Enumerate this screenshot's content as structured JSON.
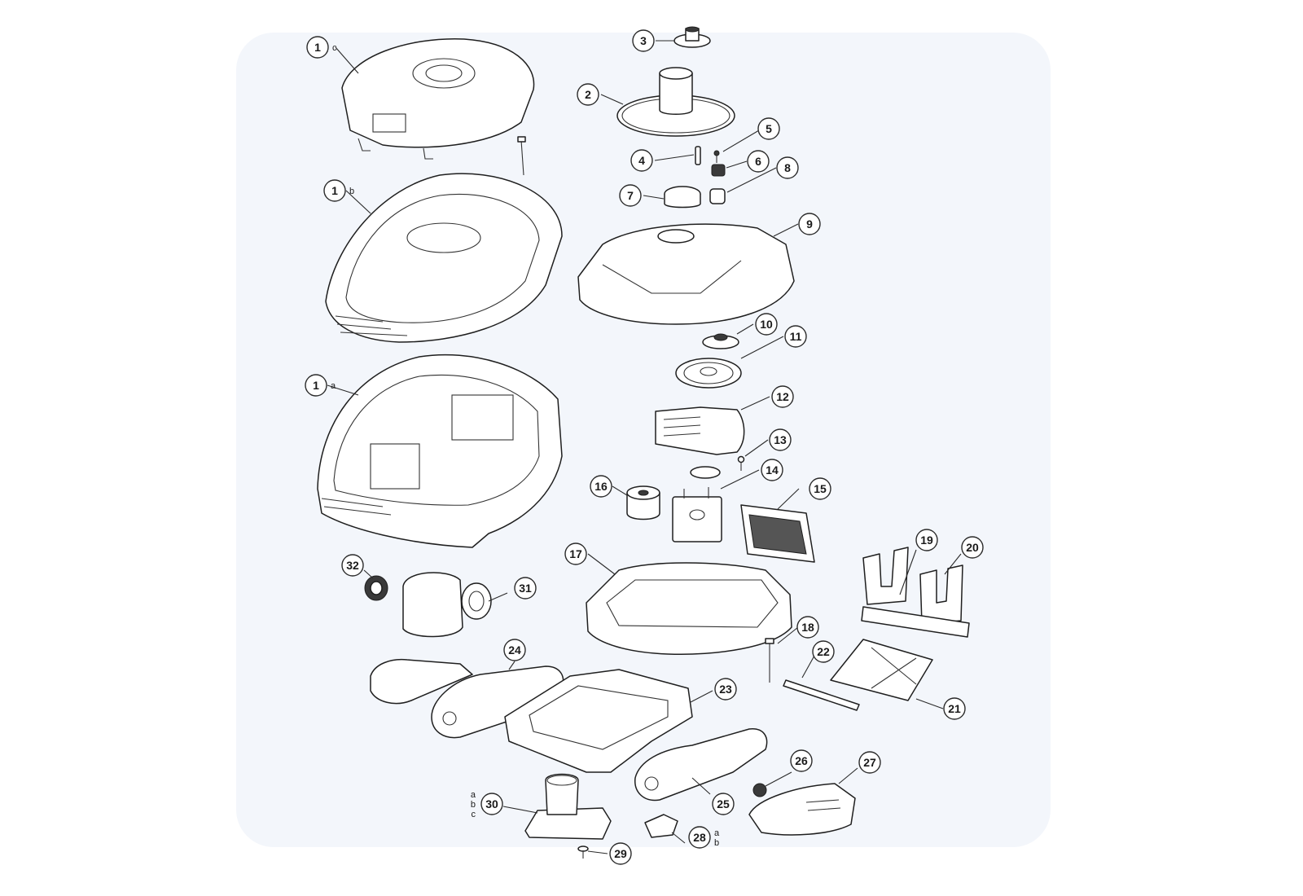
{
  "diagram": {
    "parts": [
      {
        "id": "p1c",
        "label": "1",
        "sub": "c"
      },
      {
        "id": "p1b",
        "label": "1",
        "sub": "b"
      },
      {
        "id": "p1a",
        "label": "1",
        "sub": "a"
      },
      {
        "id": "p2",
        "label": "2",
        "sub": ""
      },
      {
        "id": "p3",
        "label": "3",
        "sub": ""
      },
      {
        "id": "p4",
        "label": "4",
        "sub": ""
      },
      {
        "id": "p5",
        "label": "5",
        "sub": ""
      },
      {
        "id": "p6",
        "label": "6",
        "sub": ""
      },
      {
        "id": "p7",
        "label": "7",
        "sub": ""
      },
      {
        "id": "p8",
        "label": "8",
        "sub": ""
      },
      {
        "id": "p9",
        "label": "9",
        "sub": ""
      },
      {
        "id": "p10",
        "label": "10",
        "sub": ""
      },
      {
        "id": "p11",
        "label": "11",
        "sub": ""
      },
      {
        "id": "p12",
        "label": "12",
        "sub": ""
      },
      {
        "id": "p13",
        "label": "13",
        "sub": ""
      },
      {
        "id": "p14",
        "label": "14",
        "sub": ""
      },
      {
        "id": "p15",
        "label": "15",
        "sub": ""
      },
      {
        "id": "p16",
        "label": "16",
        "sub": ""
      },
      {
        "id": "p17",
        "label": "17",
        "sub": ""
      },
      {
        "id": "p18",
        "label": "18",
        "sub": ""
      },
      {
        "id": "p19",
        "label": "19",
        "sub": ""
      },
      {
        "id": "p20",
        "label": "20",
        "sub": ""
      },
      {
        "id": "p21",
        "label": "21",
        "sub": ""
      },
      {
        "id": "p22",
        "label": "22",
        "sub": ""
      },
      {
        "id": "p23",
        "label": "23",
        "sub": ""
      },
      {
        "id": "p24",
        "label": "24",
        "sub": ""
      },
      {
        "id": "p25",
        "label": "25",
        "sub": ""
      },
      {
        "id": "p26",
        "label": "26",
        "sub": ""
      },
      {
        "id": "p27",
        "label": "27",
        "sub": ""
      },
      {
        "id": "p28",
        "label": "28",
        "sub": "a\nb"
      },
      {
        "id": "p29",
        "label": "29",
        "sub": ""
      },
      {
        "id": "p30",
        "label": "30",
        "sub": "a\nb\nc"
      },
      {
        "id": "p31",
        "label": "31",
        "sub": ""
      },
      {
        "id": "p32",
        "label": "32",
        "sub": ""
      }
    ]
  }
}
